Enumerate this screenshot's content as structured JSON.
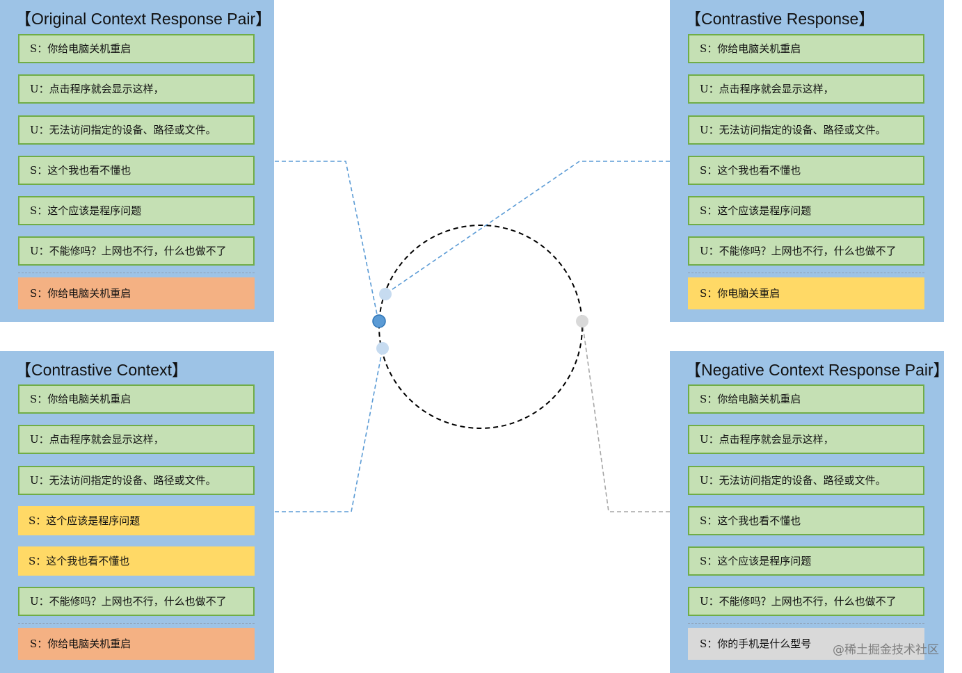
{
  "panels": {
    "original": {
      "title": "【Original Context Response Pair】",
      "context": [
        "S：你给电脑关机重启",
        "U：点击程序就会显示这样，",
        "U：无法访问指定的设备、路径或文件。",
        "S：这个我也看不懂也",
        "S：这个应该是程序问题",
        "U：不能修吗？上网也不行，什么也做不了"
      ],
      "response": "S：你给电脑关机重启",
      "response_color": "#f4b183"
    },
    "contrastive_response": {
      "title": "【Contrastive Response】",
      "context": [
        "S：你给电脑关机重启",
        "U：点击程序就会显示这样，",
        "U：无法访问指定的设备、路径或文件。",
        "S：这个我也看不懂也",
        "S：这个应该是程序问题",
        "U：不能修吗？上网也不行，什么也做不了"
      ],
      "response": "S：你电脑关重启",
      "response_color": "#ffd966"
    },
    "contrastive_context": {
      "title": "【Contrastive Context】",
      "context": [
        "S：你给电脑关机重启",
        "U：点击程序就会显示这样，",
        "U：无法访问指定的设备、路径或文件。",
        "S：这个应该是程序问题",
        "S：这个我也看不懂也",
        "U：不能修吗？上网也不行，什么也做不了"
      ],
      "response": "S：你给电脑关机重启",
      "response_color": "#f4b183",
      "highlight_color": "#ffd966"
    },
    "negative": {
      "title": "【Negative Context Response Pair】",
      "context": [
        "S：你给电脑关机重启",
        "U：点击程序就会显示这样，",
        "U：无法访问指定的设备、路径或文件。",
        "S：这个我也看不懂也",
        "S：这个应该是程序问题",
        "U：不能修吗？上网也不行，什么也做不了"
      ],
      "response": "S：你的手机是什么型号",
      "response_color": "#d9d9d9"
    }
  },
  "colors": {
    "panel_bg": "#9dc3e6",
    "context_fill": "#c5e0b4",
    "context_border": "#70ad47",
    "anchor_point": "#5b9bd5",
    "similar_point": "#c6dbf0",
    "negative_point": "#d9d9d9",
    "blue_connector": "#5b9bd5",
    "grey_connector": "#a6a6a6",
    "circle_stroke": "#000000"
  },
  "watermark": "@稀土掘金技术社区"
}
